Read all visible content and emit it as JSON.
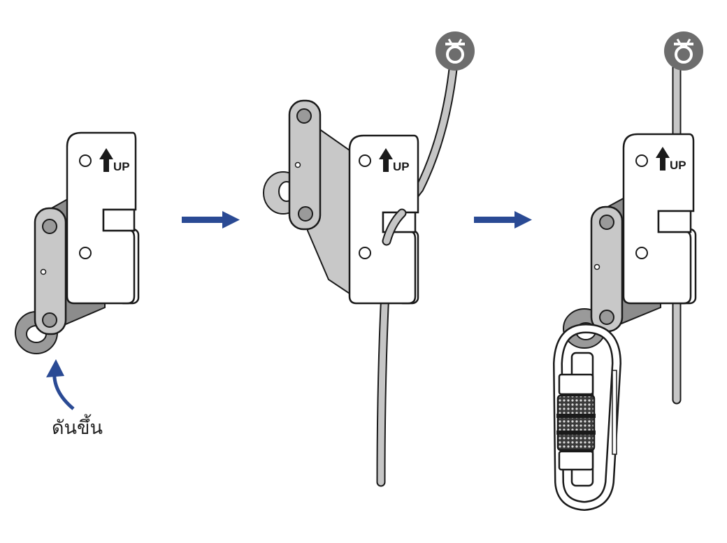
{
  "steps": [
    {
      "id": "step-1",
      "up_label": "UP",
      "push_label": "ดันขึ้น"
    },
    {
      "id": "step-2",
      "up_label": "UP"
    },
    {
      "id": "step-3",
      "up_label": "UP"
    }
  ],
  "icons": {
    "anchor": "anchor-point-icon",
    "arrow": "right-arrow-icon",
    "up_arrow": "up-arrow-icon",
    "push_arrow": "curved-push-arrow-icon"
  },
  "colors": {
    "arrow_blue": "#2a4a94",
    "rope_gray": "#c6c6c6",
    "metal_gray": "#cbcbcb",
    "dark_gray": "#6e6e6e",
    "outline": "#1a1a1a",
    "anchor_gray": "#6d6d6d"
  }
}
